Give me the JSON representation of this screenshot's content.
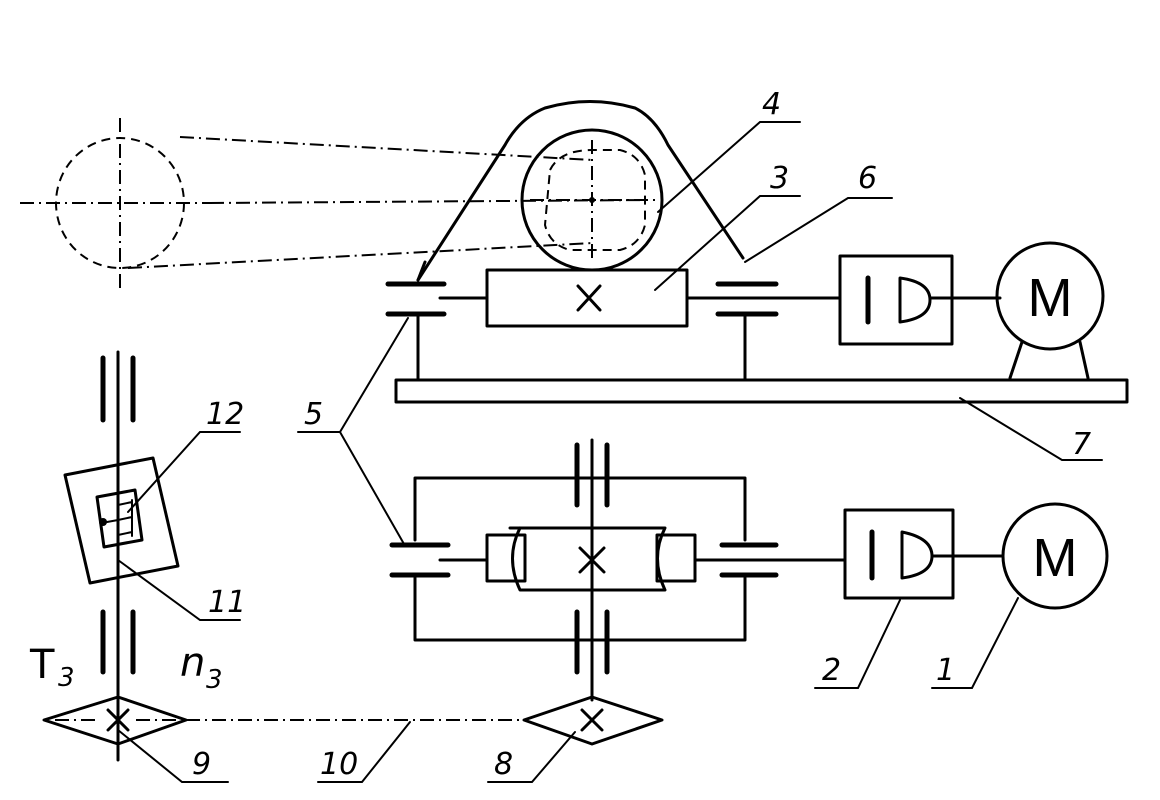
{
  "callouts": {
    "c1": "1",
    "c2": "2",
    "c3": "3",
    "c4": "4",
    "c5": "5",
    "c6": "6",
    "c7": "7",
    "c8": "8",
    "c9": "9",
    "c10": "10",
    "c11": "11",
    "c12": "12"
  },
  "symbols": {
    "motor_top": "M",
    "motor_bottom": "M",
    "torque": "T",
    "torque_sub": "3",
    "speed": "n",
    "speed_sub": "3"
  }
}
